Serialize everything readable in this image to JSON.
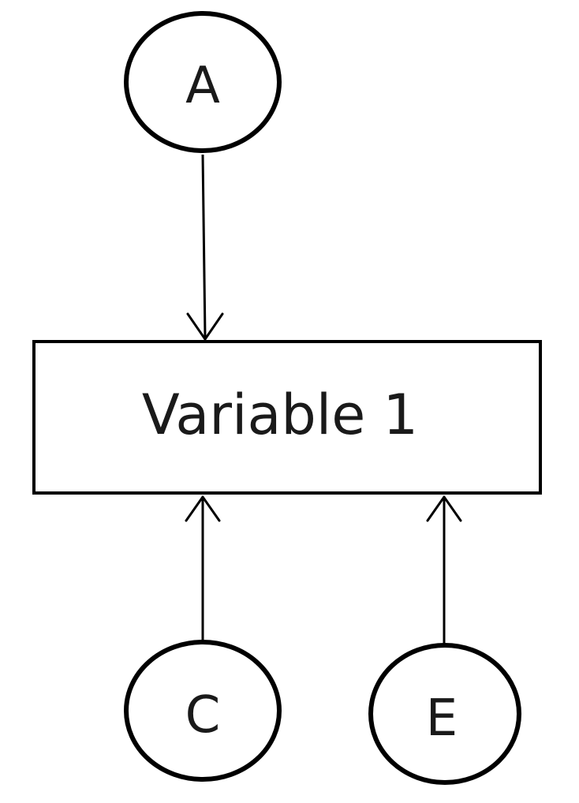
{
  "nodes": {
    "a": {
      "label": "A"
    },
    "c": {
      "label": "C"
    },
    "e": {
      "label": "E"
    }
  },
  "box": {
    "label": "Variable 1"
  },
  "edges": [
    {
      "from": "A",
      "to": "Variable 1"
    },
    {
      "from": "C",
      "to": "Variable 1"
    },
    {
      "from": "E",
      "to": "Variable 1"
    }
  ]
}
